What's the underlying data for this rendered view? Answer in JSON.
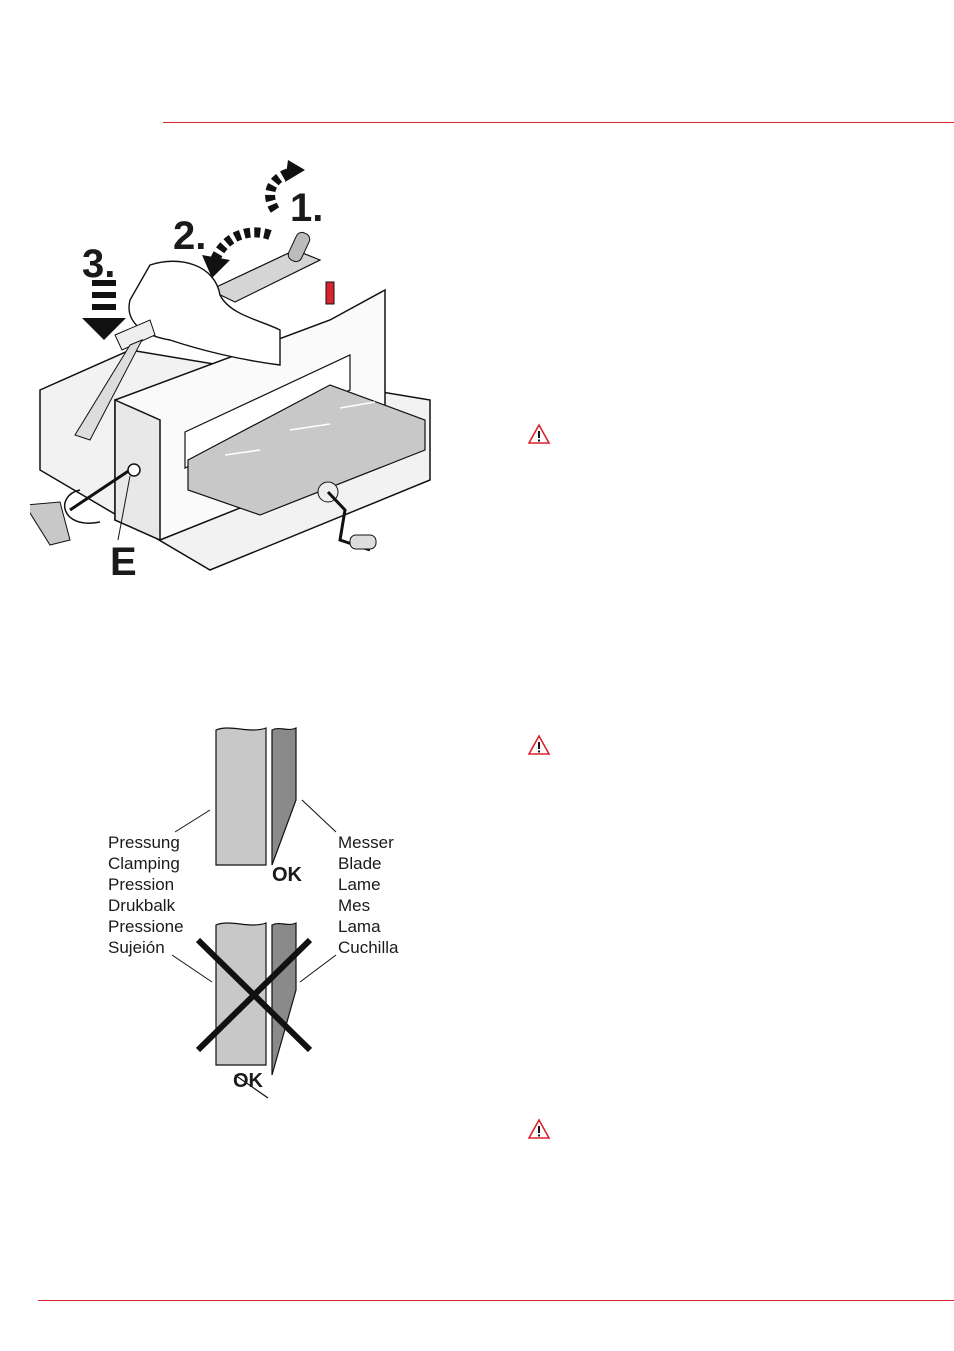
{
  "figure_cutter": {
    "steps": [
      "1.",
      "2.",
      "3."
    ],
    "label_e": "E"
  },
  "figure_blade": {
    "left_labels": [
      "Pressung",
      "Clamping",
      "Pression",
      "Drukbalk",
      "Pressione",
      "Sujeión"
    ],
    "right_labels": [
      "Messer",
      "Blade",
      "Lame",
      "Mes",
      "Lama",
      "Cuchilla"
    ],
    "ok_good": "OK",
    "ok_bad": "OK"
  },
  "colors": {
    "accent": "#d9232d",
    "panel_light": "#c8c8c8",
    "panel_dark": "#8a8a8a"
  },
  "icons": {
    "warning": "warning-triangle-icon"
  }
}
